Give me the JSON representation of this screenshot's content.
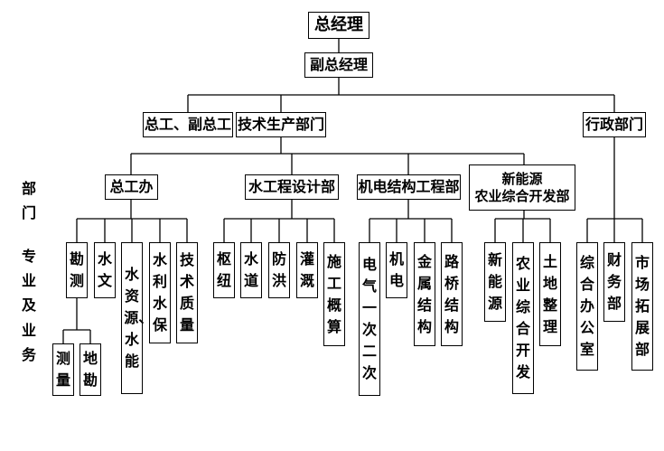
{
  "top": "总经理",
  "deputy": "副总经理",
  "level1": {
    "chief_engineer": "总工、副总工",
    "tech_production": "技术生产部门",
    "admin": "行政部门"
  },
  "departments": {
    "chief_office": "总工办",
    "water_design": "水工程设计部",
    "mech_struct": "机电结构工程部",
    "new_energy_line1": "新能源",
    "new_energy_line2": "农业综合开发部"
  },
  "businesses": {
    "survey": "勘测",
    "hydrology": "水文",
    "water_resources": "水资源、水能",
    "soil_conservation": "水利水保",
    "tech_quality": "技术质量",
    "hub": "枢纽",
    "waterway": "水道",
    "flood_control": "防洪",
    "irrigation": "灌溉",
    "construction_budget": "施工概算",
    "electrical": "电气一次二次",
    "mech_elec": "机电",
    "metal_structure": "金属结构",
    "road_bridge": "路桥结构",
    "new_energy": "新能源",
    "agri_dev": "农业综合开发",
    "land_consolidation": "土地整理",
    "general_office": "综合办公室",
    "finance": "财务部",
    "market_dev": "市场拓展部"
  },
  "survey_sub": {
    "measurement": "测量",
    "geo_survey": "地勘"
  },
  "side_labels": {
    "dept": "部门",
    "business": "专业及业务"
  }
}
